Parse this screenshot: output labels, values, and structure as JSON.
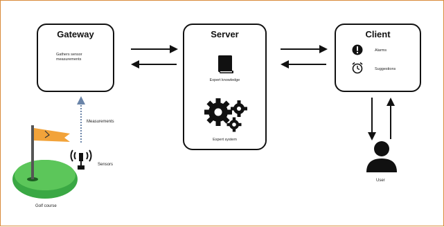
{
  "gateway": {
    "title": "Gateway",
    "description": "Gathers sensor measurements"
  },
  "server": {
    "title": "Server",
    "knowledge_label": "Expert knowledge",
    "system_label": "Expert system"
  },
  "client": {
    "title": "Client",
    "warning_label": "Alarms",
    "suggestion_label": "Suggestions"
  },
  "labels": {
    "measurements": "Measurements",
    "sensors": "Sensors",
    "golf_course": "Golf course",
    "user": "User"
  },
  "icons": {
    "knowledge": "book-icon",
    "system": "gears-icon",
    "warning": "exclamation-icon",
    "suggestion": "clock-icon",
    "user": "user-icon",
    "sensor": "sensor-icon",
    "golf": "golf-flag-icon"
  },
  "colors": {
    "frame": "#d98a3a",
    "flag": "#f2a33a",
    "grass": "#3aa844",
    "measurement_arrow": "#6a84a8"
  }
}
